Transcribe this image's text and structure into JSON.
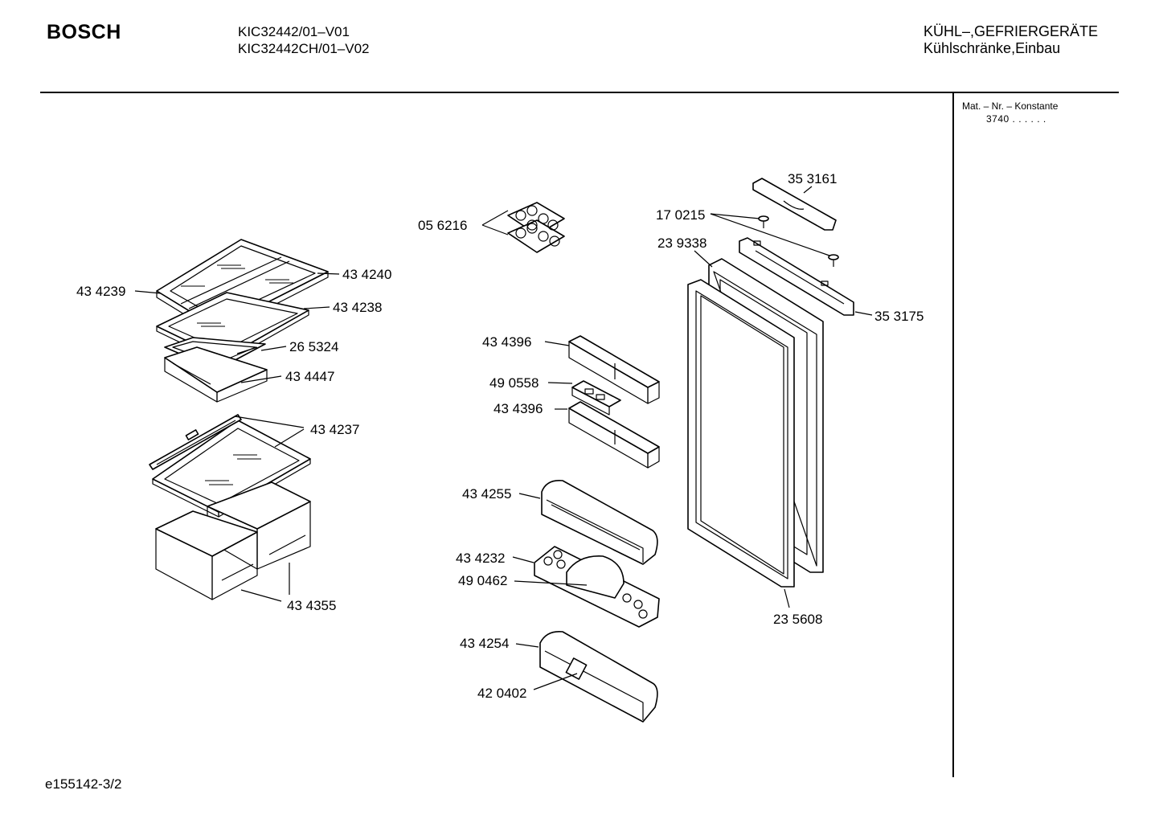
{
  "header": {
    "brand": "BOSCH",
    "models": [
      "KIC32442/01–V01",
      "KIC32442CH/01–V02"
    ],
    "category": "KÜHL–,GEFRIERGERÄTE",
    "subcategory": "Kühlschränke,Einbau"
  },
  "sidebar": {
    "mat_label": "Mat. – Nr. – Konstante",
    "mat_value": "3740  .  .   .  .  .  ."
  },
  "footer": {
    "code": "e155142-3/2"
  },
  "parts": [
    "05 6216",
    "43 4239",
    "43 4240",
    "43 4238",
    "26 5324",
    "43 4447",
    "43 4237",
    "43 4355",
    "43 4396",
    "49 0558",
    "43 4396",
    "43 4255",
    "43 4232",
    "49 0462",
    "43 4254",
    "42 0402",
    "35 3161",
    "17 0215",
    "23 9338",
    "35 3175",
    "23 5608"
  ]
}
